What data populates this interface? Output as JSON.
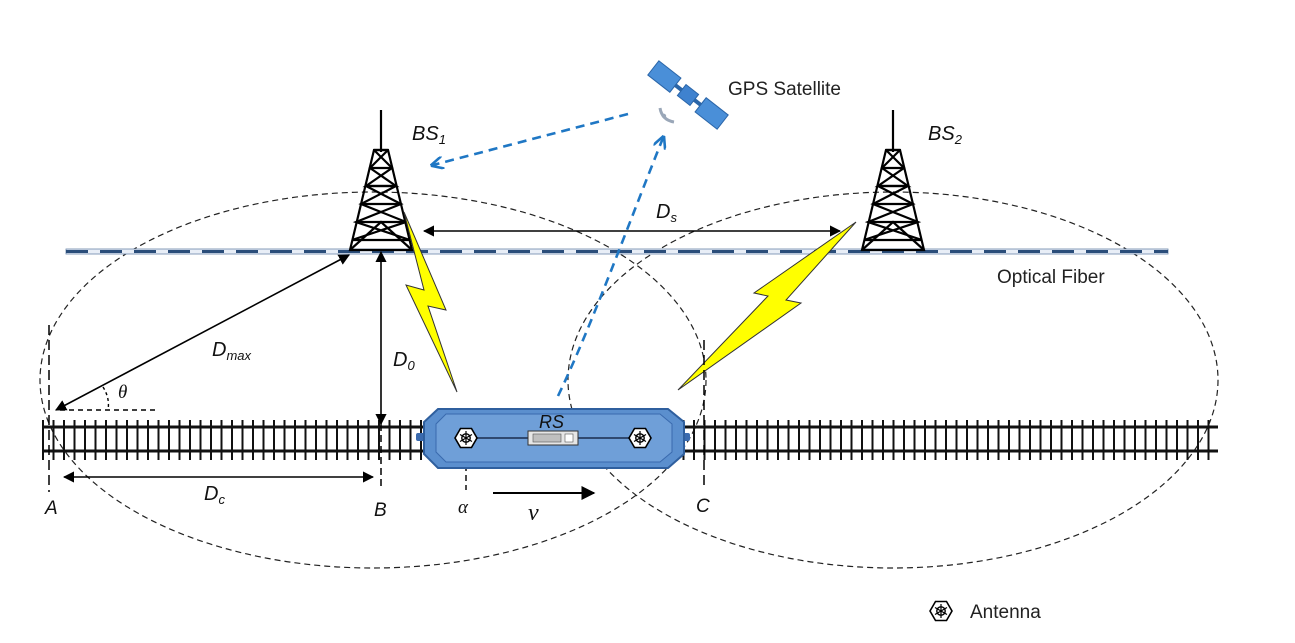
{
  "labels": {
    "gps": "GPS Satellite",
    "bs1_main": "BS",
    "bs1_sub": "1",
    "bs2_main": "BS",
    "bs2_sub": "2",
    "ds_main": "D",
    "ds_sub": "s",
    "optical_fiber": "Optical Fiber",
    "dmax_main": "D",
    "dmax_sub": "max",
    "d0_main": "D",
    "d0_sub": "0",
    "theta": "θ",
    "rs": "RS",
    "dc_main": "D",
    "dc_sub": "c",
    "point_a": "A",
    "point_b": "B",
    "point_c": "C",
    "alpha": "α",
    "velocity": "ν",
    "antenna_legend": "Antenna"
  },
  "colors": {
    "train_body": "#5b8fce",
    "train_dark": "#2f5f9e",
    "signal_dash": "#1f77c4",
    "lightning": "#ffff00",
    "fiber": "#2a4d7a"
  }
}
